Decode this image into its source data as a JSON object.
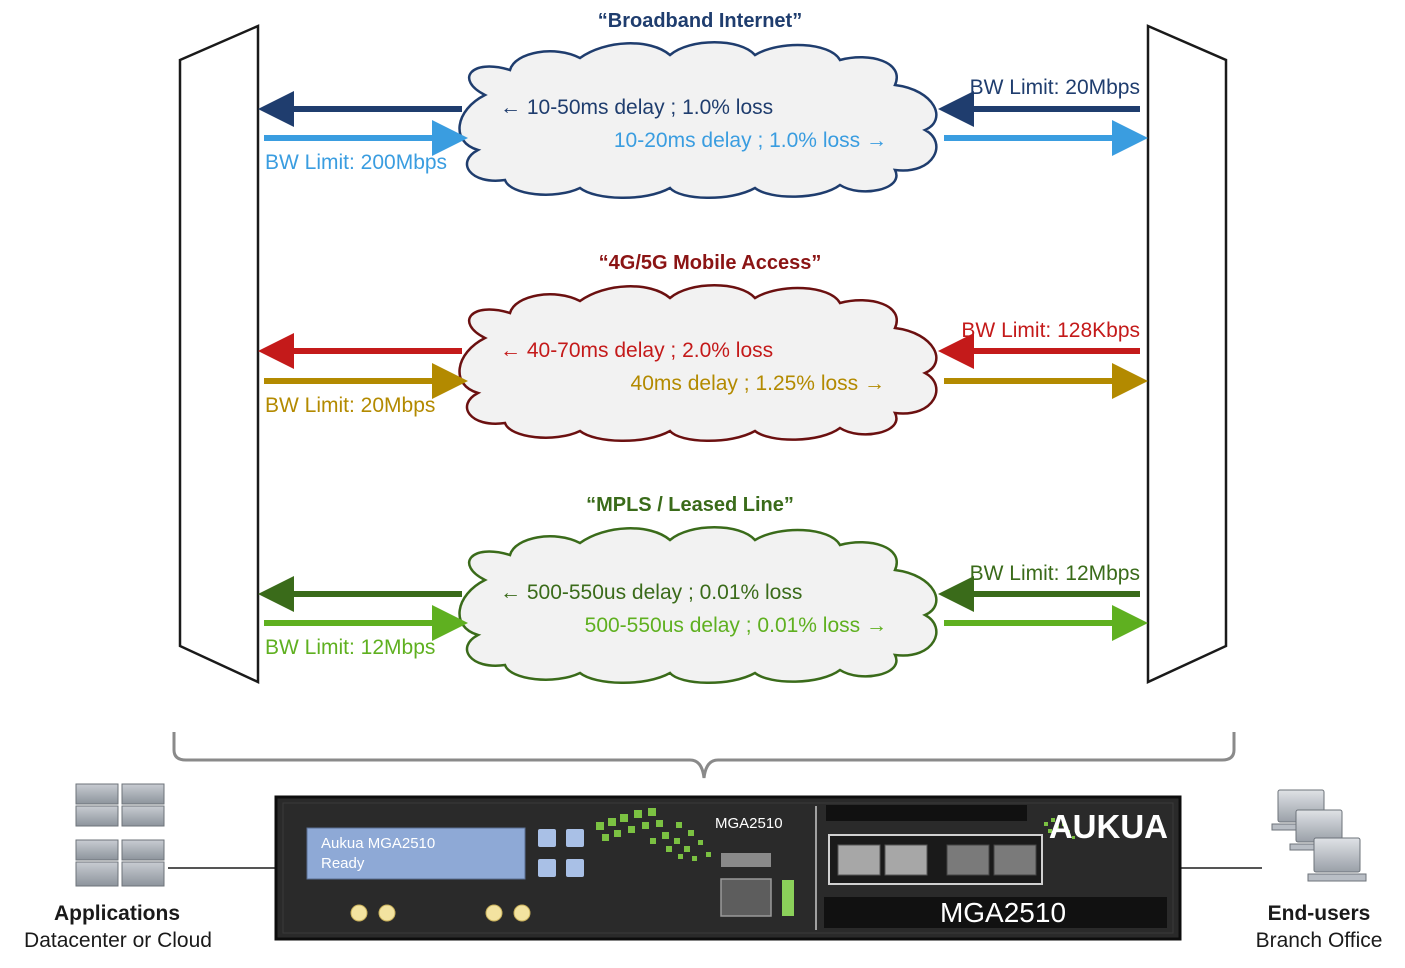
{
  "colors": {
    "bb_dark": "#1f3d6e",
    "bb_light": "#3a9de0",
    "mob_dark": "#8b1414",
    "mob_red": "#c41a1a",
    "mob_gold": "#b38a00",
    "mpls_dark": "#3a6b1a",
    "mpls_light": "#5fb020",
    "cloud_fill": "#f2f2f2"
  },
  "broadband": {
    "title": "“Broadband Internet”",
    "left_line": "← 10-50ms delay ; 1.0% loss",
    "right_line": "10-20ms delay ; 1.0% loss →",
    "bw_left": "BW Limit: 200Mbps",
    "bw_right": "BW Limit: 20Mbps"
  },
  "mobile": {
    "title": "“4G/5G Mobile Access”",
    "left_line": "← 40-70ms delay ; 2.0% loss",
    "right_line": "40ms delay ; 1.25% loss →",
    "bw_left": "BW Limit: 20Mbps",
    "bw_right": "BW Limit: 128Kbps"
  },
  "mpls": {
    "title": "“MPLS / Leased Line”",
    "left_line": "← 500-550us delay ; 0.01% loss",
    "right_line": "500-550us delay ; 0.01% loss →",
    "bw_left": "BW Limit: 12Mbps",
    "bw_right": "BW Limit: 12Mbps"
  },
  "device": {
    "lcd_line1": "Aukua MGA2510",
    "lcd_line2": "Ready",
    "model_small": "MGA2510",
    "model_large": "MGA2510",
    "brand": "AUKUA"
  },
  "left_endpoint": {
    "title": "Applications",
    "subtitle": "Datacenter or Cloud"
  },
  "right_endpoint": {
    "title": "End-users",
    "subtitle": "Branch Office"
  }
}
